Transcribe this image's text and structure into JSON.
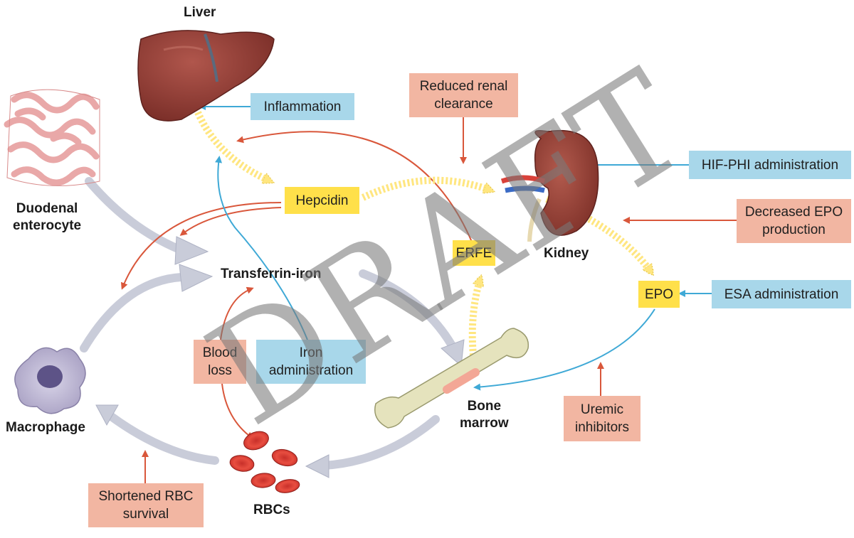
{
  "organs": {
    "liver": "Liver",
    "duodenal": "Duodenal\nenterocyte",
    "kidney": "Kidney",
    "macrophage": "Macrophage",
    "bone_marrow": "Bone\nmarrow",
    "rbcs": "RBCs",
    "transferrin": "Transferrin-iron"
  },
  "boxes": {
    "inflammation": "Inflammation",
    "reduced_renal": "Reduced renal\nclearance",
    "hif_phi": "HIF-PHI administration",
    "decreased_epo": "Decreased EPO\nproduction",
    "esa": "ESA administration",
    "uremic": "Uremic\ninhibitors",
    "shortened_rbc": "Shortened RBC\nsurvival",
    "blood_loss": "Blood\nloss",
    "iron_admin": "Iron\nadministration"
  },
  "hormones": {
    "hepcidin": "Hepcidin",
    "erfe": "ERFE",
    "epo": "EPO"
  },
  "watermark": "DRAFT",
  "colors": {
    "blue_box": "#a8d7ea",
    "pink_box": "#f2b6a2",
    "yellow_box": "#ffe04a",
    "red_arrow": "#d9573b",
    "blue_arrow": "#3fa9d6",
    "grey_arrow": "#c5c8d6"
  }
}
